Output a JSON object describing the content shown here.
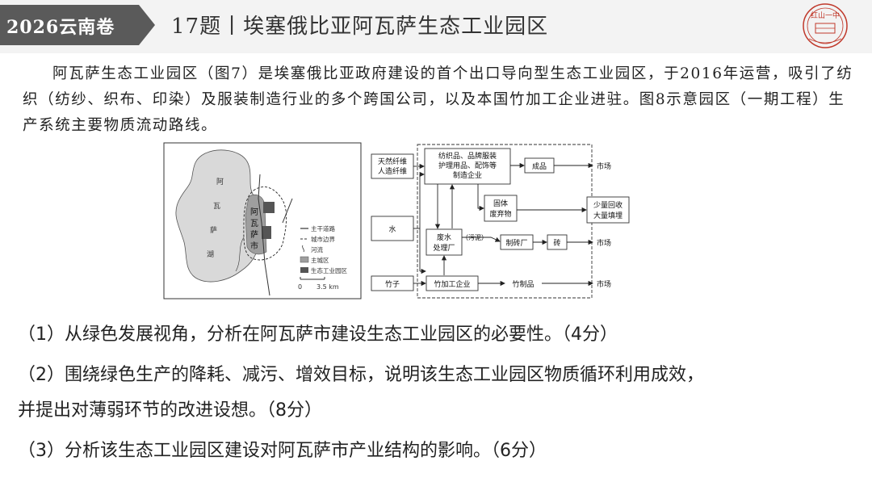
{
  "header": {
    "tag": "2026云南卷",
    "title": "17题丨埃塞俄比亚阿瓦萨生态工业园区",
    "logo_text": "红山一中"
  },
  "intro": {
    "text": "阿瓦萨生态工业园区（图7）是埃塞俄比亚政府建设的首个出口导向型生态工业园区，于2016年运营，吸引了纺织（纺纱、织布、印染）及服装制造行业的多个跨国公司，以及本国竹加工企业进驻。图8示意园区（一期工程）生产系统主要物质流动路线。"
  },
  "map": {
    "lake_label": [
      "阿",
      "瓦",
      "萨",
      "湖"
    ],
    "city_label": [
      "阿",
      "瓦",
      "萨",
      "市"
    ],
    "legend": [
      "主干道路",
      "城市边界",
      "河流",
      "主城区",
      "生态工业园区"
    ],
    "scale": [
      "0",
      "3.5 km"
    ]
  },
  "flow": {
    "fiber": [
      "天然纤维",
      "人造纤维"
    ],
    "textile": [
      "纺织品、品牌服装",
      "护理用品、配饰等",
      "制造企业"
    ],
    "product": "成品",
    "market1": "市场",
    "water": "水",
    "waste": [
      "固体",
      "废弃物"
    ],
    "recycle": [
      "少量回收",
      "大量填埋"
    ],
    "wastewater": [
      "废水",
      "处理厂"
    ],
    "sludge": "（污泥）",
    "brick_factory": "制砖厂",
    "brick": "砖",
    "market2": "市场",
    "bamboo": "竹子",
    "bamboo_firm": "竹加工企业",
    "bamboo_product": "竹制品",
    "market3": "市场"
  },
  "questions": [
    "（1）从绿色发展视角，分析在阿瓦萨市建设生态工业园区的必要性。（4分）",
    "（2）围绕绿色生产的降耗、减污、增效目标，说明该生态工业园区物质循环利用成效，",
    "并提出对薄弱环节的改进设想。（8分）",
    "（3）分析该生态工业园区建设对阿瓦萨市产业结构的影响。（6分）"
  ]
}
